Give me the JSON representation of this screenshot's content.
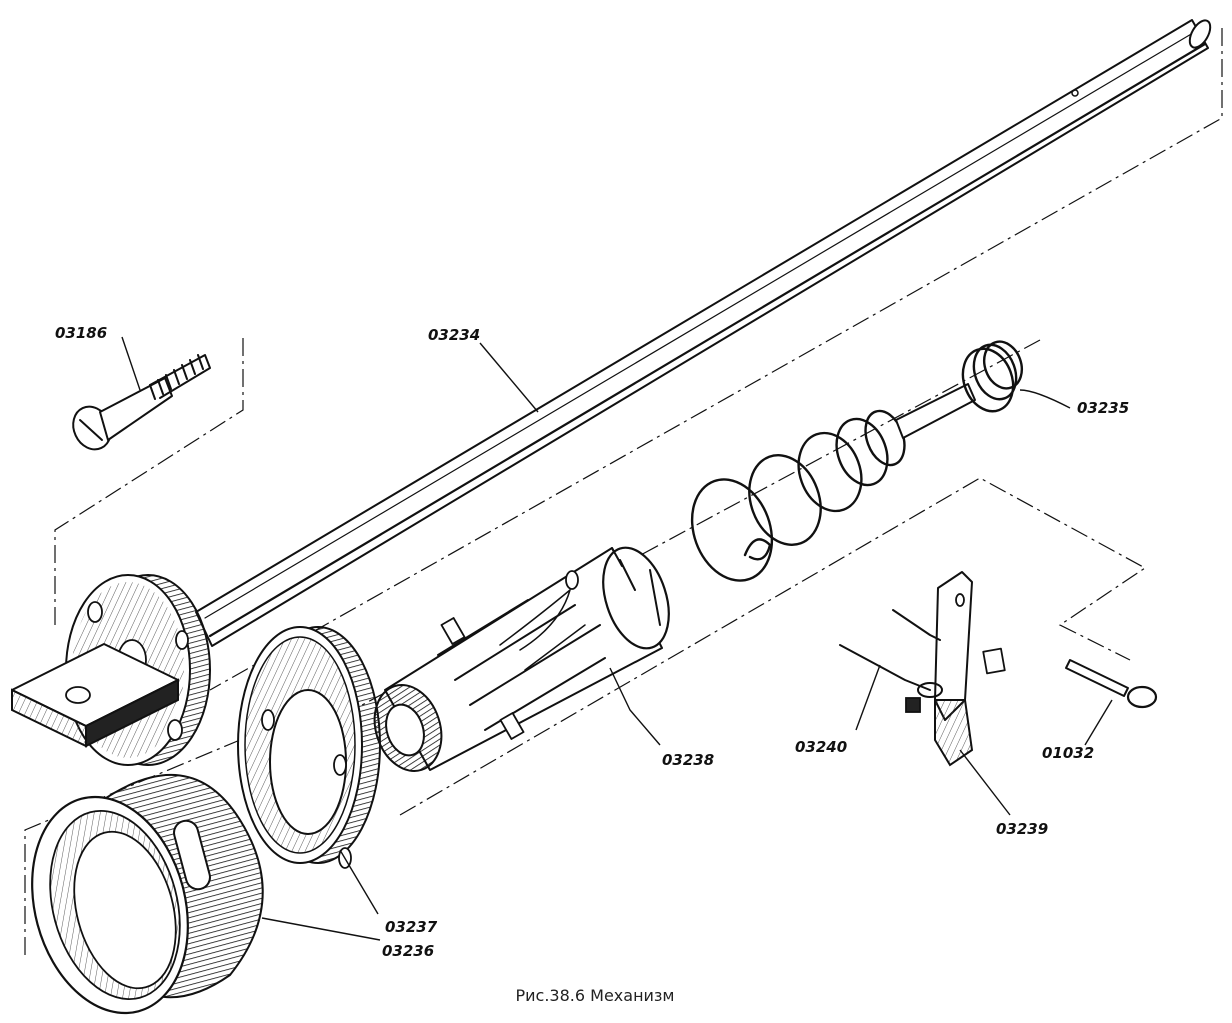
{
  "figure": {
    "caption": "Рис.38.6 Механизм"
  },
  "labels": {
    "l_03186": "03186",
    "l_03234": "03234",
    "l_03235": "03235",
    "l_03238": "03238",
    "l_03240": "03240",
    "l_01032": "01032",
    "l_03239": "03239",
    "l_03237": "03237",
    "l_03236": "03236"
  }
}
